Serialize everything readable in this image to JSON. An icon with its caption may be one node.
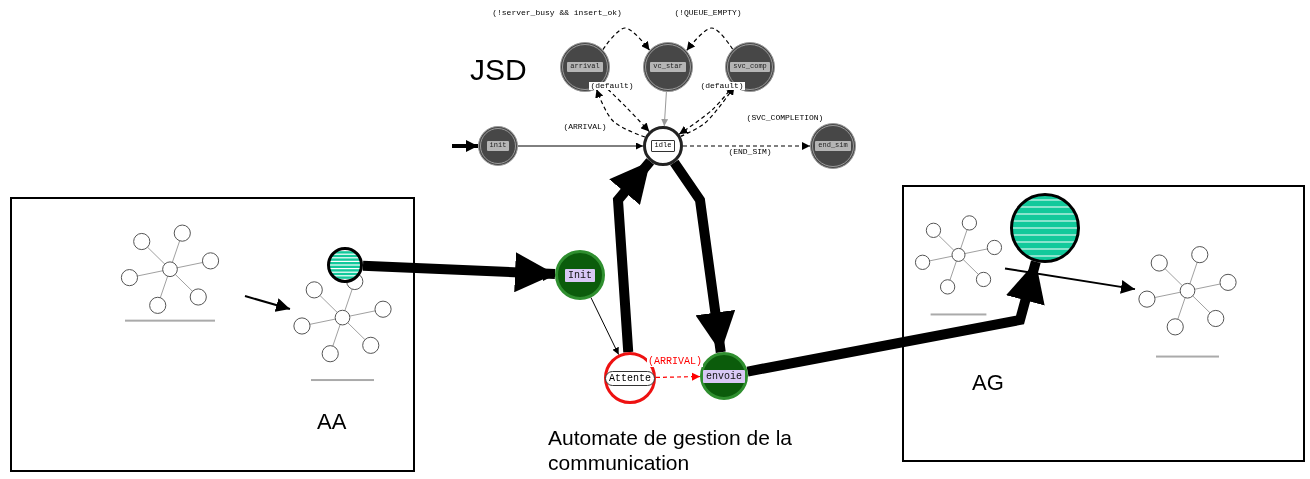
{
  "diagram": {
    "nodes": [
      {
        "text": [
          "AA"
        ]
      },
      {
        "text": [],
        "shape": "picture",
        "in": 0
      },
      {
        "text": [],
        "shape": "picture",
        "in": 0
      },
      {
        "text": [],
        "shape": "circle",
        "in": 0
      },
      {
        "text": [
          "AG"
        ]
      },
      {
        "text": [],
        "shape": "picture",
        "in": 4
      },
      {
        "text": [],
        "shape": "circle",
        "in": 4
      },
      {
        "text": [],
        "shape": "picture",
        "in": 4
      },
      {
        "text": [
          "init"
        ]
      },
      {
        "text": [
          "arrival"
        ]
      },
      {
        "text": [
          "vc_star"
        ]
      },
      {
        "text": [
          "svc_comp"
        ]
      },
      {
        "text": [
          "idle"
        ]
      },
      {
        "text": [
          "end_sim"
        ]
      },
      {
        "text": [
          "Init"
        ]
      },
      {
        "text": [
          "Attente"
        ]
      },
      {
        "text": [
          "envoie"
        ]
      }
    ],
    "edges": [
      {
        "from": null,
        "to": 8,
        "arrow": "to",
        "style": "thick"
      },
      {
        "from": 8,
        "to": 12,
        "arrow": "to"
      },
      {
        "from": 12,
        "to": 9,
        "arrow": "to",
        "style": "dashed",
        "label": "(ARRIVAL)"
      },
      {
        "from": 9,
        "to": 12,
        "arrow": "to",
        "style": "dashed",
        "label": "(default)"
      },
      {
        "from": 9,
        "to": 10,
        "arrow": "to",
        "style": "dashed",
        "label": "(!server_busy && insert_ok)"
      },
      {
        "from": 10,
        "to": 12,
        "arrow": "to",
        "color": "#999999"
      },
      {
        "from": 11,
        "to": 10,
        "arrow": "to",
        "style": "dashed",
        "label": "(!QUEUE_EMPTY)"
      },
      {
        "from": 11,
        "to": 12,
        "arrow": "to",
        "style": "dashed",
        "label": "(default)"
      },
      {
        "from": 12,
        "to": 11,
        "arrow": "to",
        "style": "dashed",
        "label": "(SVC_COMPLETION)"
      },
      {
        "from": 12,
        "to": 13,
        "arrow": "to",
        "style": "dashed",
        "label": "(END_SIM)"
      },
      {
        "from": 1,
        "to": 2,
        "arrow": "to"
      },
      {
        "from": 3,
        "to": 14,
        "arrow": "to",
        "style": "thick"
      },
      {
        "from": null,
        "to": 14,
        "arrow": "to",
        "style": "thick"
      },
      {
        "from": 14,
        "to": 15,
        "arrow": "to"
      },
      {
        "from": 15,
        "to": 16,
        "arrow": "to",
        "style": "dashed",
        "color": "#ff0000",
        "label": "(ARRIVAL)"
      },
      {
        "from": 15,
        "to": 12,
        "arrow": "to",
        "style": "thick"
      },
      {
        "from": 12,
        "to": 16,
        "arrow": "to",
        "style": "thick"
      },
      {
        "from": 16,
        "to": 6,
        "arrow": "to",
        "style": "thick"
      },
      {
        "from": 5,
        "to": 7,
        "arrow": "to"
      }
    ],
    "labels": [
      "JSD",
      "Automate de gestion de la communication"
    ]
  }
}
